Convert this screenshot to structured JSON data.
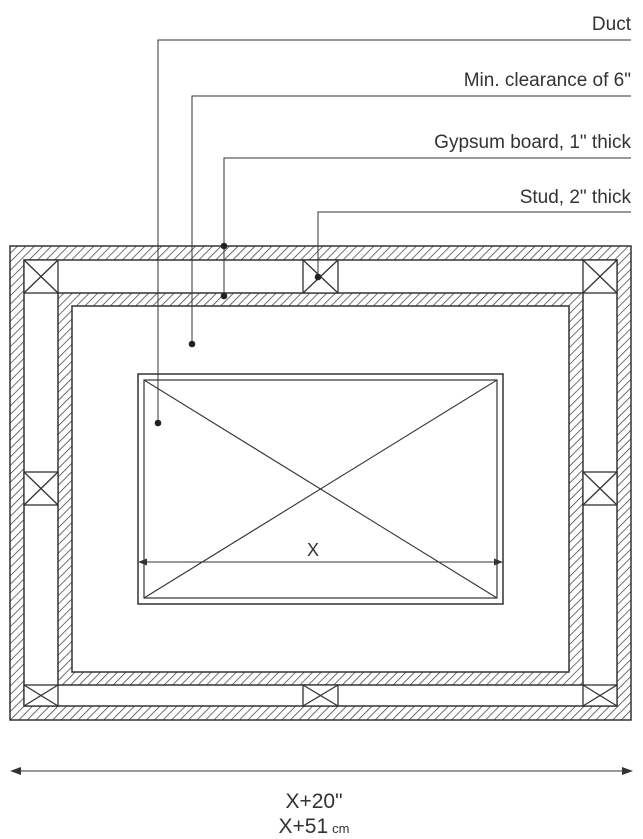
{
  "labels": {
    "duct": "Duct",
    "clearance": "Min. clearance of 6\"",
    "gypsum": "Gypsum board, 1\" thick",
    "stud": "Stud, 2\" thick"
  },
  "dimensions": {
    "inner": "X",
    "outer_in": "X+20\"",
    "outer_cm_value": "X+51",
    "outer_cm_unit": "cm"
  },
  "colors": {
    "line": "#333333",
    "background": "#ffffff"
  }
}
